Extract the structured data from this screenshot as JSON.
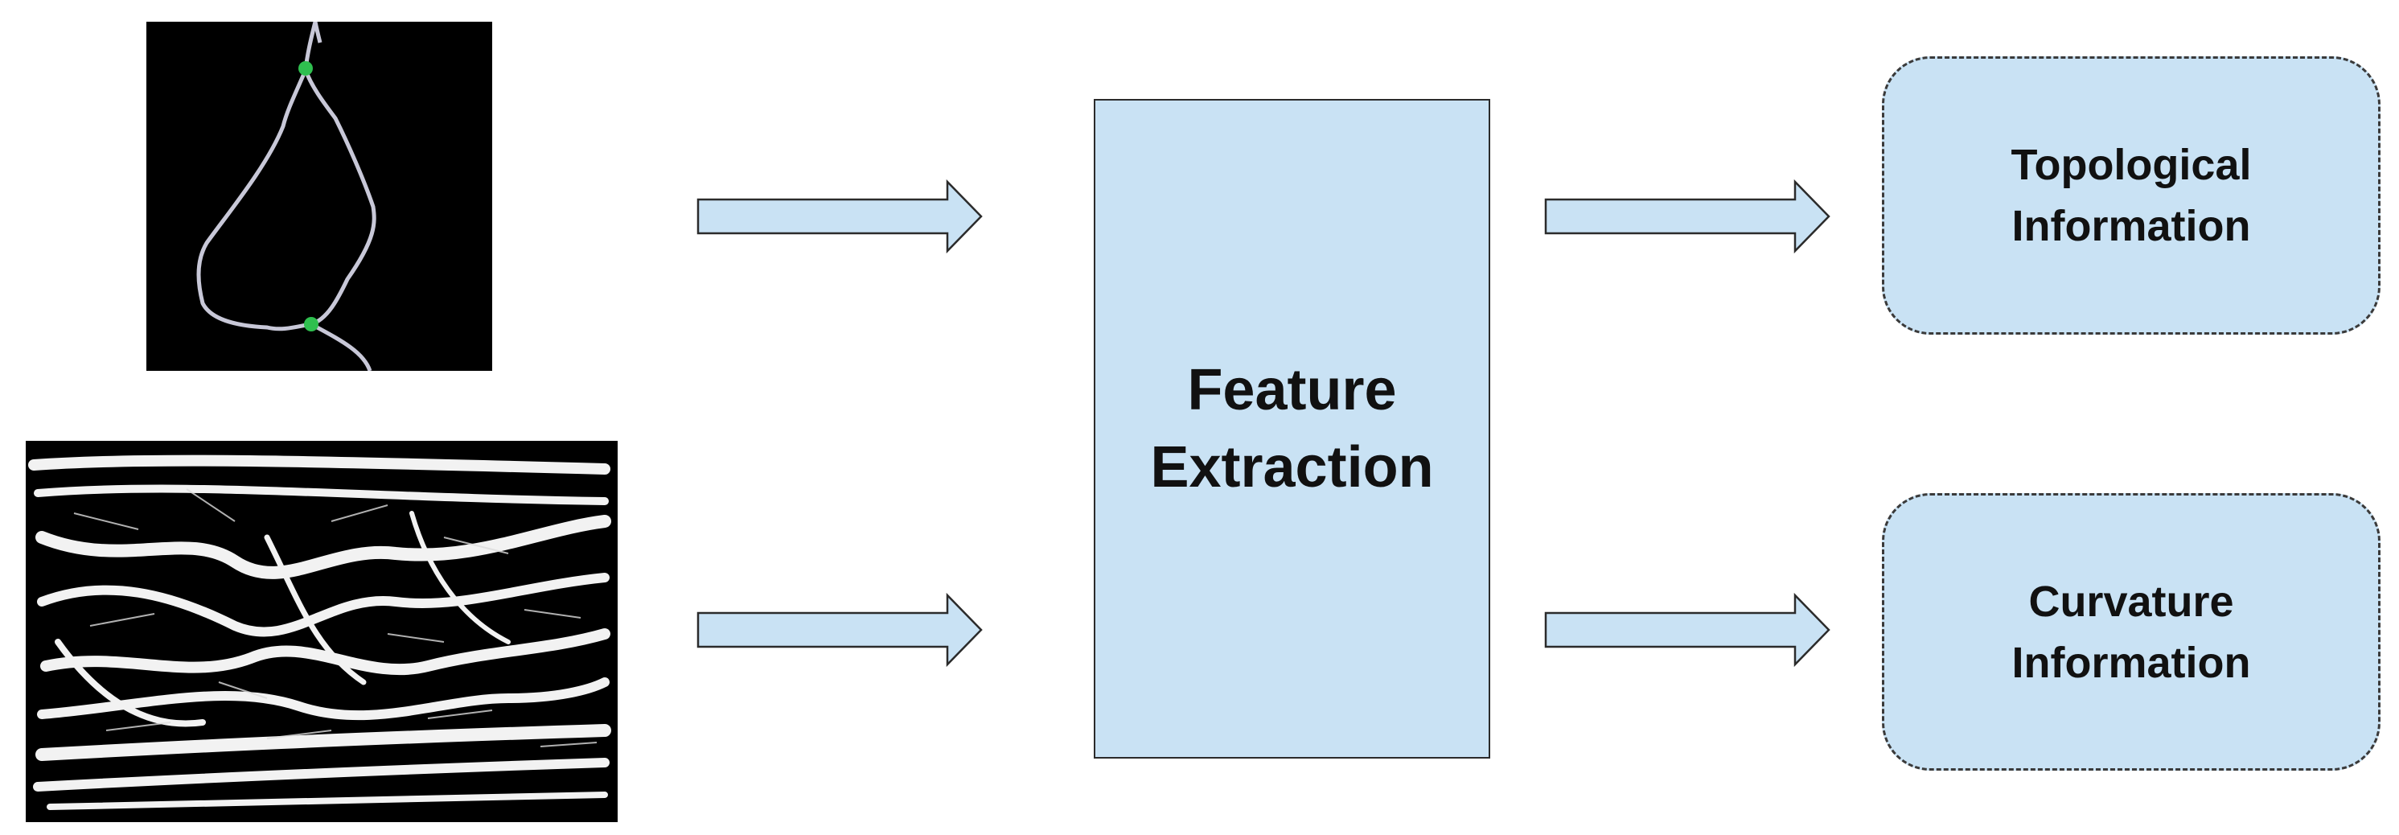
{
  "inputs": {
    "top_image": "cell-network-thumbnail",
    "bottom_image": "fiber-network-thumbnail"
  },
  "process": {
    "label": "Feature\nExtraction"
  },
  "outputs": [
    {
      "label": "Topological\nInformation"
    },
    {
      "label": "Curvature\nInformation"
    }
  ],
  "colors": {
    "box_fill": "#c9e2f4",
    "arrow_fill": "#c9e2f4",
    "node_green": "#2fbf4f"
  }
}
